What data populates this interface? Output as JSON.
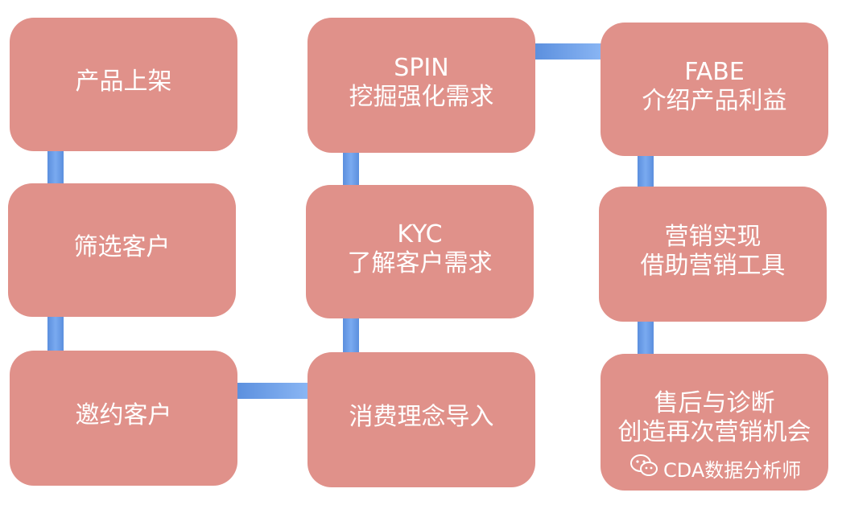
{
  "colors": {
    "box_fill": "#e0918a",
    "box_text": "#ffffff",
    "connector": "#6a9be6"
  },
  "steps": {
    "list_product": "产品上架",
    "filter_customers": "筛选客户",
    "invite_customers": "邀约客户",
    "spin_title": "SPIN",
    "spin_desc": "挖掘强化需求",
    "kyc_title": "KYC",
    "kyc_desc": "了解客户需求",
    "consumption_concept": "消费理念导入",
    "fabe_title": "FABE",
    "fabe_desc": "介绍产品利益",
    "marketing_line1": "营销实现",
    "marketing_line2": "借助营销工具",
    "aftersales_line1": "售后与诊断",
    "aftersales_line2": "创造再次营销机会"
  },
  "watermark": {
    "icon": "wechat-icon",
    "text": "CDA数据分析师"
  }
}
